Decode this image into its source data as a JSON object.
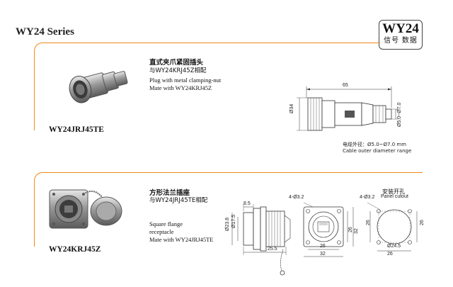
{
  "header": {
    "series_title": "WY24 Series",
    "badge_line1": "WY24",
    "badge_line2": "信号 数据"
  },
  "section1": {
    "model": "WY24JRJ45TE",
    "title_cn": "直式夹爪紧固插头",
    "mate_cn": "与WY24KRJ45Z相配",
    "desc_en_1": "Plug with metal clamping-nut",
    "desc_en_2": "Mate with WY24KRJ45Z",
    "dims": {
      "length": "65",
      "dia_left": "Ø34",
      "dia_right": "Ø5.0~Ø7.0"
    },
    "cable_note_cn": "电缆外径：Ø5.0~Ø7.0 mm",
    "cable_note_en": "Cable outer diameter range"
  },
  "section2": {
    "model": "WY24KRJ45Z",
    "title_cn": "方形法兰插座",
    "mate_cn": "与WY24JRJ45TE相配",
    "desc_en_1": "Square flange",
    "desc_en_2": "receptacle",
    "desc_en_3": "Mate with WY24JRJ45TE",
    "dims": {
      "d8_5": "8.5",
      "d23_8": "Ø23.8",
      "d17_5": "Ø17.5",
      "d25_5": "25.5",
      "holes_front": "4-Ø3.2",
      "d32": "32",
      "d26": "26",
      "holes_panel": "4-Ø3.2",
      "d24_5": "Ø24.5"
    },
    "panel_title_cn": "安装开孔",
    "panel_title_en": "Panel cutout"
  },
  "colors": {
    "accent": "#f08a1c",
    "line": "#333333"
  }
}
